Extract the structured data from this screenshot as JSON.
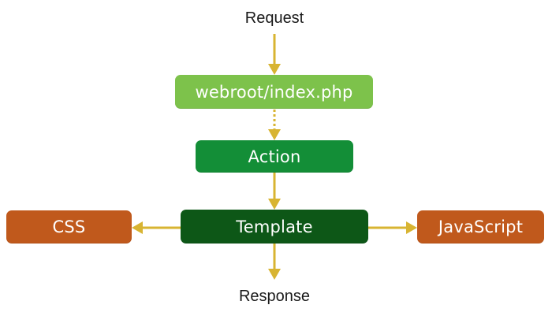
{
  "diagram": {
    "request_label": "Request",
    "response_label": "Response",
    "nodes": {
      "webroot": {
        "label": "webroot/index.php",
        "color": "#7dc24b"
      },
      "action": {
        "label": "Action",
        "color": "#138e37"
      },
      "template": {
        "label": "Template",
        "color": "#0d5717"
      },
      "css": {
        "label": "CSS",
        "color": "#c0591c"
      },
      "javascript": {
        "label": "JavaScript",
        "color": "#c0591c"
      }
    },
    "arrow_color": "#d8b432"
  }
}
